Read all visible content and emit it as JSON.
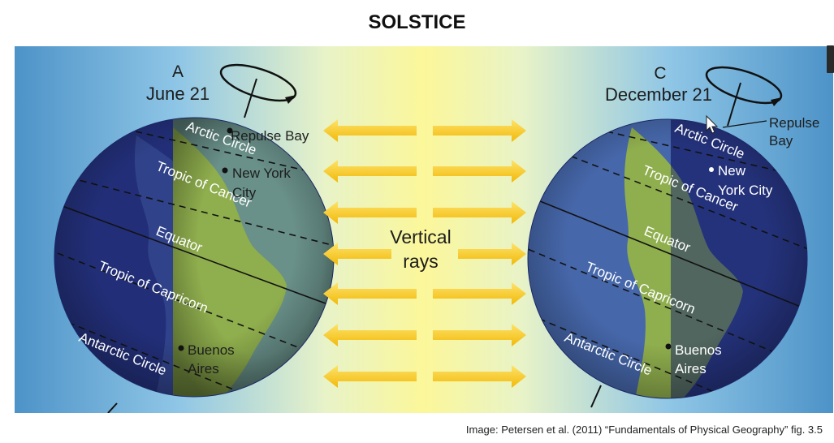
{
  "title": "SOLSTICE",
  "caption": "Image: Petersen et al. (2011) “Fundamentals of Physical Geography” fig. 3.5",
  "center": {
    "label_line1": "Vertical",
    "label_line2": "rays"
  },
  "globe_a": {
    "letter": "A",
    "date": "June 21",
    "lines": {
      "arctic": "Arctic Circle",
      "cancer": "Tropic of Cancer",
      "equator": "Equator",
      "capricorn": "Tropic of Capricorn",
      "antarctic": "Antarctic Circle"
    },
    "places": {
      "repulse_bay": "Repulse Bay",
      "nyc_line1": "New York",
      "nyc_line2": "City",
      "ba_line1": "Buenos",
      "ba_line2": "Aires"
    }
  },
  "globe_c": {
    "letter": "C",
    "date": "December 21",
    "lines": {
      "arctic": "Arctic Circle",
      "cancer": "Tropic of Cancer",
      "equator": "Equator",
      "capricorn": "Tropic of Capricorn",
      "antarctic": "Antarctic Circle"
    },
    "places": {
      "repulse_line1": "Repulse",
      "repulse_line2": "Bay",
      "nyc_line1": "New",
      "nyc_line2": "York City",
      "ba_line1": "Buenos",
      "ba_line2": "Aires"
    }
  },
  "colors": {
    "background_blue": "#5a9fd0",
    "ray_yellow": "#f7d21a",
    "globe_night": "#23307a",
    "globe_day": "#8aa84a"
  }
}
